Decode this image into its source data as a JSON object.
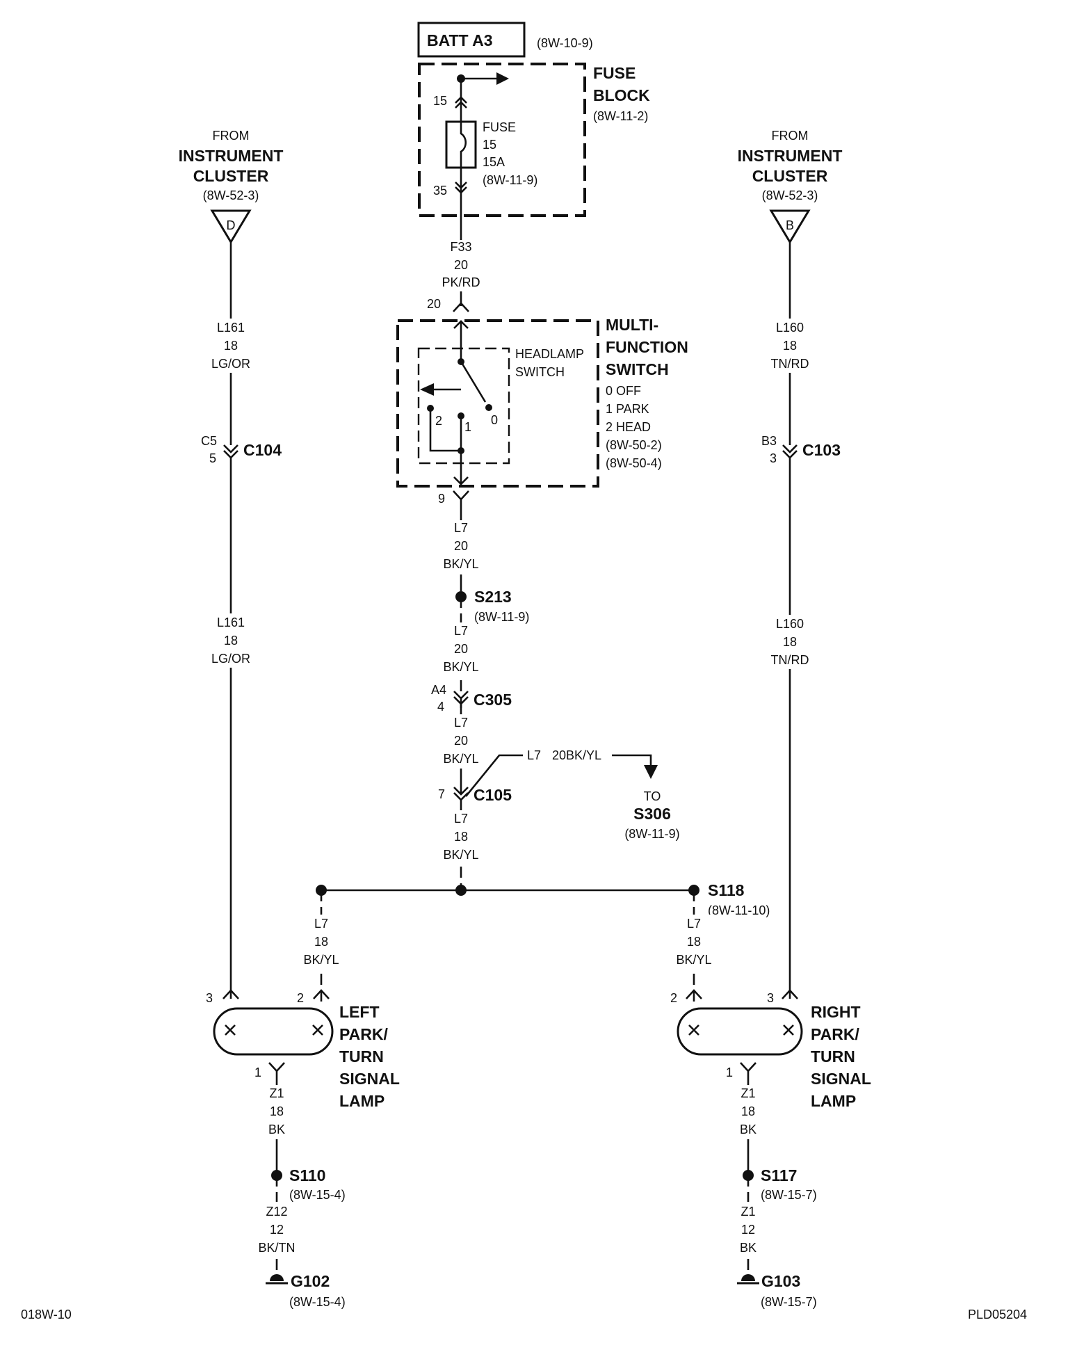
{
  "top": {
    "batt_label": "BATT A3",
    "batt_ref": "(8W-10-9)",
    "fuse_block_line1": "FUSE",
    "fuse_block_line2": "BLOCK",
    "fuse_block_ref": "(8W-11-2)",
    "fuse_pin_in": "15",
    "fuse_pin_out": "35",
    "fuse_label": "FUSE",
    "fuse_num": "15",
    "fuse_amp": "15A",
    "fuse_ref": "(8W-11-9)"
  },
  "left_source": {
    "from": "FROM",
    "line1": "INSTRUMENT",
    "line2": "CLUSTER",
    "ref": "(8W-52-3)",
    "pin": "D"
  },
  "right_source": {
    "from": "FROM",
    "line1": "INSTRUMENT",
    "line2": "CLUSTER",
    "ref": "(8W-52-3)",
    "pin": "B"
  },
  "wires": {
    "f33": [
      "F33",
      "20",
      "PK/RD"
    ],
    "l161_a": [
      "L161",
      "18",
      "LG/OR"
    ],
    "l161_b": [
      "L161",
      "18",
      "LG/OR"
    ],
    "l160_a": [
      "L160",
      "18",
      "TN/RD"
    ],
    "l160_b": [
      "L160",
      "18",
      "TN/RD"
    ],
    "l7_a": [
      "L7",
      "20",
      "BK/YL"
    ],
    "l7_b": [
      "L7",
      "20",
      "BK/YL"
    ],
    "l7_c": [
      "L7",
      "20",
      "BK/YL"
    ],
    "l7_d": [
      "L7",
      "18",
      "BK/YL"
    ],
    "l7_left": [
      "L7",
      "18",
      "BK/YL"
    ],
    "l7_right": [
      "L7",
      "18",
      "BK/YL"
    ],
    "z1_left": [
      "Z1",
      "18",
      "BK"
    ],
    "z12_left": [
      "Z12",
      "12",
      "BK/TN"
    ],
    "z1_right_a": [
      "Z1",
      "18",
      "BK"
    ],
    "z1_right_b": [
      "Z1",
      "12",
      "BK"
    ]
  },
  "switch": {
    "pin_in": "20",
    "pin_out": "9",
    "title1": "MULTI-",
    "title2": "FUNCTION",
    "title3": "SWITCH",
    "inner1": "HEADLAMP",
    "inner2": "SWITCH",
    "pos0": "0 OFF",
    "pos1": "1 PARK",
    "pos2": "2 HEAD",
    "ref1": "(8W-50-2)",
    "ref2": "(8W-50-4)",
    "contact_2": "2",
    "contact_1": "1",
    "contact_0": "0"
  },
  "connectors": {
    "c104_pin_top": "C5",
    "c104_pin_bot": "5",
    "c104": "C104",
    "c103_pin_top": "B3",
    "c103_pin_bot": "3",
    "c103": "C103",
    "c305_pin_top": "A4",
    "c305_pin_bot": "4",
    "c305": "C305",
    "c105_pin": "7",
    "c105": "C105"
  },
  "splices": {
    "s213": "S213",
    "s213_ref": "(8W-11-9)",
    "s118": "S118",
    "s118_ref": "(8W-11-10)",
    "s110": "S110",
    "s110_ref": "(8W-15-4)",
    "s117": "S117",
    "s117_ref": "(8W-15-7)"
  },
  "branch": {
    "wire": "L7",
    "gauge_color": "20BK/YL",
    "to": "TO",
    "dest": "S306",
    "ref": "(8W-11-9)"
  },
  "left_lamp": {
    "pin3": "3",
    "pin2": "2",
    "pin1": "1",
    "line1": "LEFT",
    "line2": "PARK/",
    "line3": "TURN",
    "line4": "SIGNAL",
    "line5": "LAMP"
  },
  "right_lamp": {
    "pin2": "2",
    "pin3": "3",
    "pin1": "1",
    "line1": "RIGHT",
    "line2": "PARK/",
    "line3": "TURN",
    "line4": "SIGNAL",
    "line5": "LAMP"
  },
  "grounds": {
    "g102": "G102",
    "g102_ref": "(8W-15-4)",
    "g103": "G103",
    "g103_ref": "(8W-15-7)"
  },
  "footer": {
    "left_code": "018W-10",
    "right_code": "PLD05204"
  }
}
